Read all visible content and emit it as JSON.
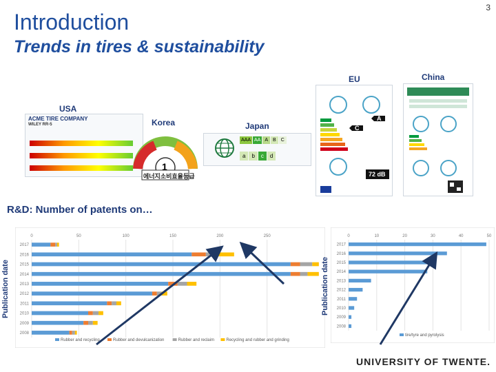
{
  "slide": {
    "page_number": "3",
    "title": "Introduction",
    "subtitle": "Trends in tires & sustainability",
    "patents_heading": "R&D: Number of patents on…",
    "university": "UNIVERSITY OF TWENTE."
  },
  "labels": {
    "usa": "USA",
    "korea": "Korea",
    "japan": "Japan",
    "eu": "EU",
    "china": "China",
    "acme_company": "ACME TIRE COMPANY",
    "acme_model": "WILEY RR-5",
    "eu_noise": "72 dB",
    "eu_grade_a": "A",
    "eu_grade_c": "C",
    "korea_grade": "1",
    "korea_text": "에너지소비효율등급",
    "japan_grades": [
      "AAA",
      "AA",
      "A",
      "B",
      "C"
    ],
    "japan_wet": [
      "a",
      "b",
      "c",
      "d"
    ]
  },
  "colors": {
    "title": "#1f4e9e",
    "rubber_recycling": "#5b9bd5",
    "rubber_devulcanization": "#ed7d31",
    "rubber_reclaim": "#a5a5a5",
    "recycling_grinding": "#ffc000",
    "arrow": "#1f3864"
  },
  "chart_data": [
    {
      "type": "bar",
      "orientation": "horizontal",
      "stacked": true,
      "ylabel": "Publication date",
      "categories": [
        "2017",
        "2016",
        "2015",
        "2014",
        "2013",
        "2012",
        "2011",
        "2010",
        "2009",
        "2008"
      ],
      "xlim": [
        0,
        300
      ],
      "xticks": [
        0,
        50,
        100,
        150,
        200,
        250
      ],
      "series": [
        {
          "name": "Rubber and recycling",
          "values": [
            20,
            170,
            275,
            275,
            145,
            128,
            80,
            60,
            55,
            40
          ]
        },
        {
          "name": "Rubber and devulcanization",
          "values": [
            5,
            15,
            10,
            10,
            10,
            5,
            5,
            5,
            5,
            3
          ]
        },
        {
          "name": "Rubber and reclaim",
          "values": [
            2,
            10,
            13,
            8,
            10,
            5,
            5,
            6,
            5,
            3
          ]
        },
        {
          "name": "Recycling and rubber and grinding",
          "values": [
            2,
            20,
            7,
            12,
            10,
            6,
            5,
            5,
            5,
            2
          ]
        }
      ],
      "legend": "bottom"
    },
    {
      "type": "bar",
      "orientation": "horizontal",
      "ylabel": "Publication date",
      "categories": [
        "2017",
        "2016",
        "2015",
        "2014",
        "2013",
        "2012",
        "2011",
        "2010",
        "2009",
        "2008"
      ],
      "xlim": [
        0,
        50
      ],
      "xticks": [
        0,
        10,
        20,
        30,
        40,
        50
      ],
      "series": [
        {
          "name": "tire/tyre and pyrolysis",
          "values": [
            49,
            35,
            30,
            28,
            8,
            5,
            3,
            2,
            1,
            1
          ]
        }
      ],
      "legend": "bottom"
    }
  ]
}
